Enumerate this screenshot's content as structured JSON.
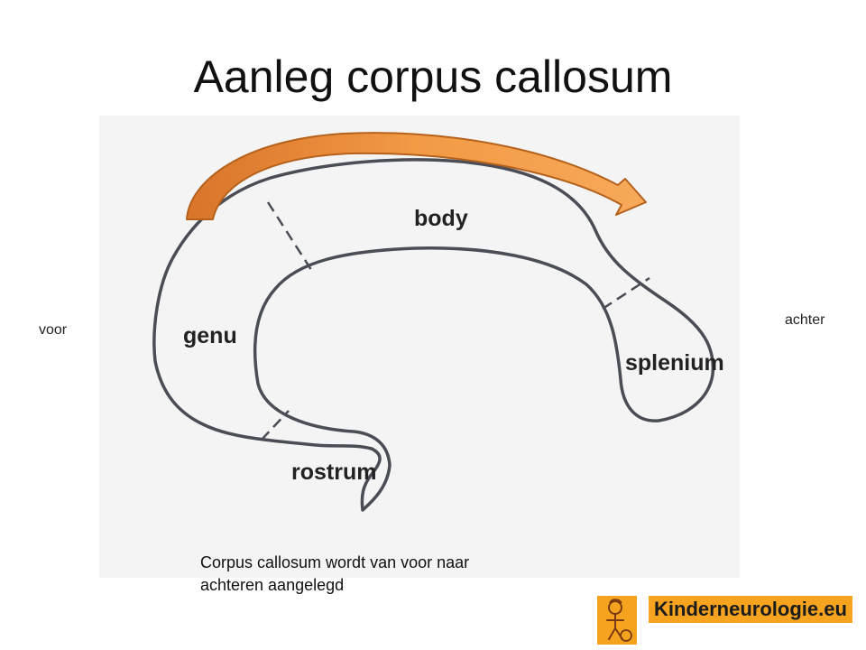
{
  "title": "Aanleg corpus callosum",
  "labels": {
    "body": "body",
    "genu": "genu",
    "splenium": "splenium",
    "rostrum": "rostrum"
  },
  "directions": {
    "front": "voor",
    "back": "achter"
  },
  "caption": {
    "line1": "Corpus callosum wordt van voor naar",
    "line2": "achteren aangelegd"
  },
  "logo": {
    "text": "Kinderneurologie.eu"
  },
  "colors": {
    "arrow_fill": "#f0903a",
    "arrow_stroke": "#b5621d",
    "outline": "#4a4d55",
    "logo_bg": "#f6a41f"
  }
}
